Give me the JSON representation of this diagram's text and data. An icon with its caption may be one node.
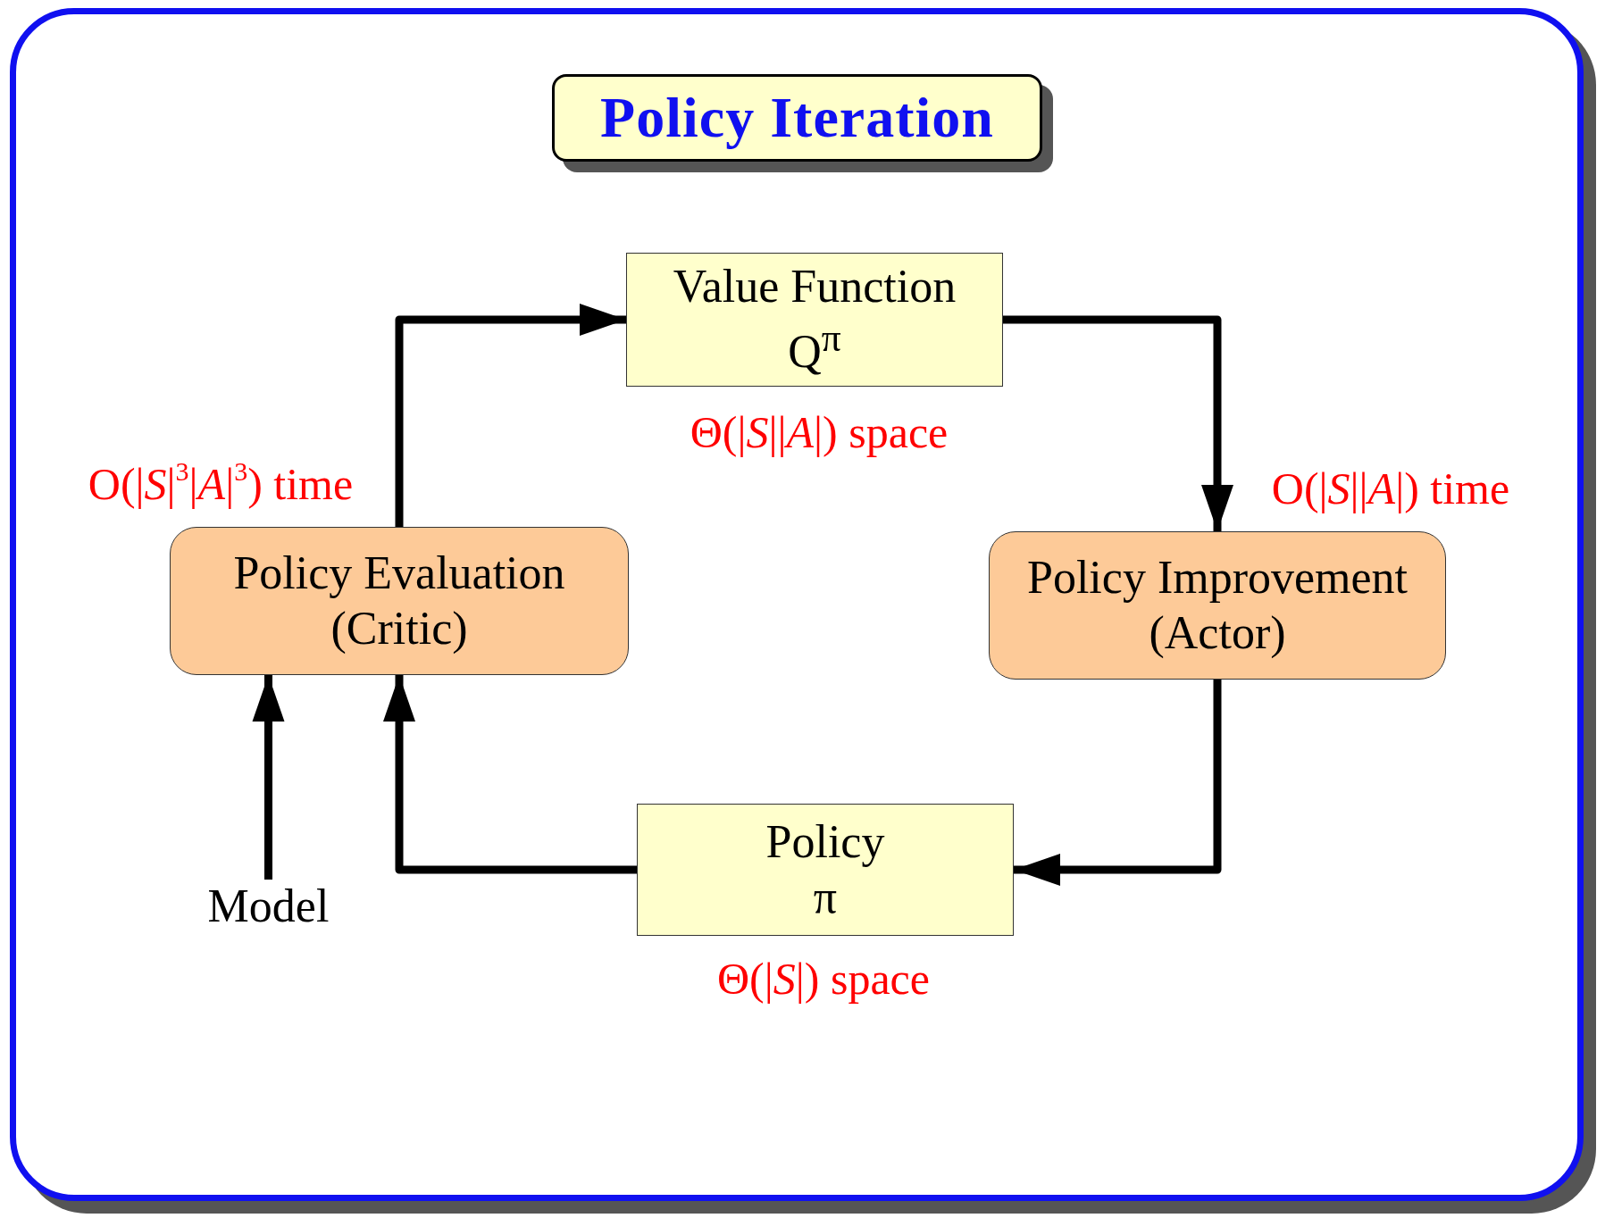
{
  "diagram": {
    "title": "Policy Iteration",
    "nodes": [
      {
        "text": [
          "Value Function",
          "Q$^{π}$"
        ],
        "beside": [
          "Θ(|*S*||*A*|) space"
        ]
      },
      {
        "text": [
          "Policy Evaluation",
          "(Critic)"
        ],
        "beside": [
          "O(|*S*|$^{3}$|*A*|$^{3}$) time"
        ]
      },
      {
        "text": [
          "Policy Improvement",
          "(Actor)"
        ],
        "beside": [
          "O(|*S*||*A*|) time"
        ]
      },
      {
        "text": [
          "Policy",
          "π"
        ],
        "beside": [
          "Θ(|*S*|) space"
        ]
      },
      {
        "text": [
          "Model"
        ]
      }
    ],
    "edges": [
      {
        "from": 1,
        "to": 0,
        "arrow": "to"
      },
      {
        "from": 0,
        "to": 2,
        "arrow": "to"
      },
      {
        "from": 2,
        "to": 3,
        "arrow": "to"
      },
      {
        "from": 3,
        "to": 1,
        "arrow": "to"
      },
      {
        "from": 4,
        "to": 1,
        "arrow": "to"
      }
    ]
  }
}
